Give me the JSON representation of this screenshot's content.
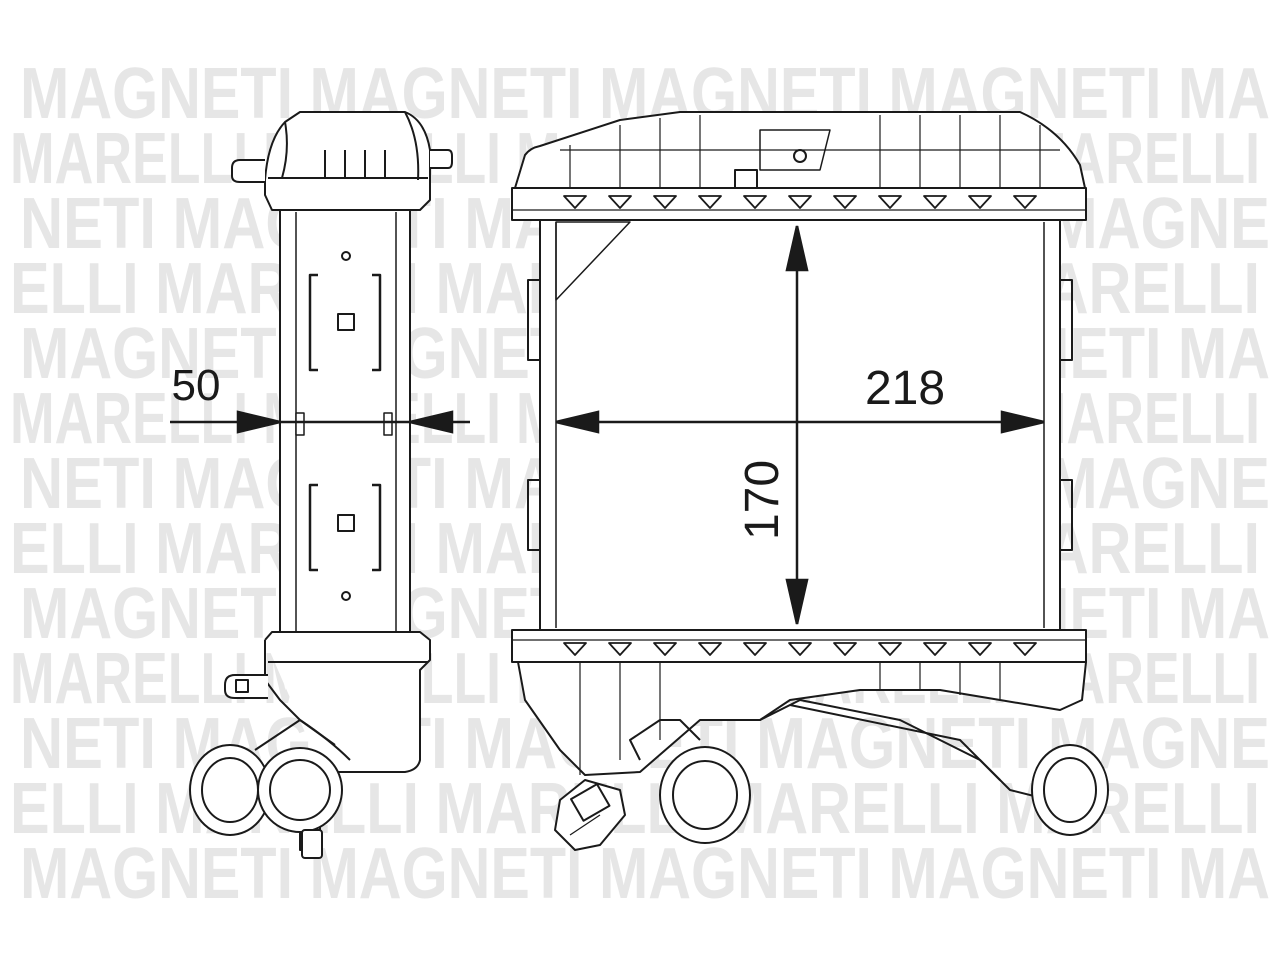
{
  "watermark": {
    "lines": [
      "MAGNETI MAGNETI MAGNETI MAGNETI MA",
      "MARELLI MARELLI MARELLI MARELLI MARELLI",
      "NETI MAGNETI MAGNETI MAGNETI MAGNE",
      "ELLI MARELLI MARELLI MARELLI MARELLI",
      "MAGNETI MAGNETI MAGNETI MAGNETI MA",
      "MARELLI MARELLI MARELLI MARELLI MARELLI",
      "NETI MAGNETI MAGNETI MAGNETI MAGNE",
      "ELLI MARELLI MARELLI MARELLI MARELLI",
      "MAGNETI MAGNETI MAGNETI MAGNETI MA",
      "MARELLI MARELLI MARELLI MARELLI MARELLI",
      "NETI MAGNETI MAGNETI MAGNETI MAGNE",
      "ELLI MARELLI MARELLI MARELLI MARELLI",
      "MAGNETI MAGNETI MAGNETI MAGNETI MA"
    ],
    "color": "#e6e6e6"
  },
  "dimensions": {
    "depth_label": "50",
    "width_label": "218",
    "height_label": "170"
  },
  "colors": {
    "line": "#1a1a1a",
    "fill": "#ffffff"
  }
}
